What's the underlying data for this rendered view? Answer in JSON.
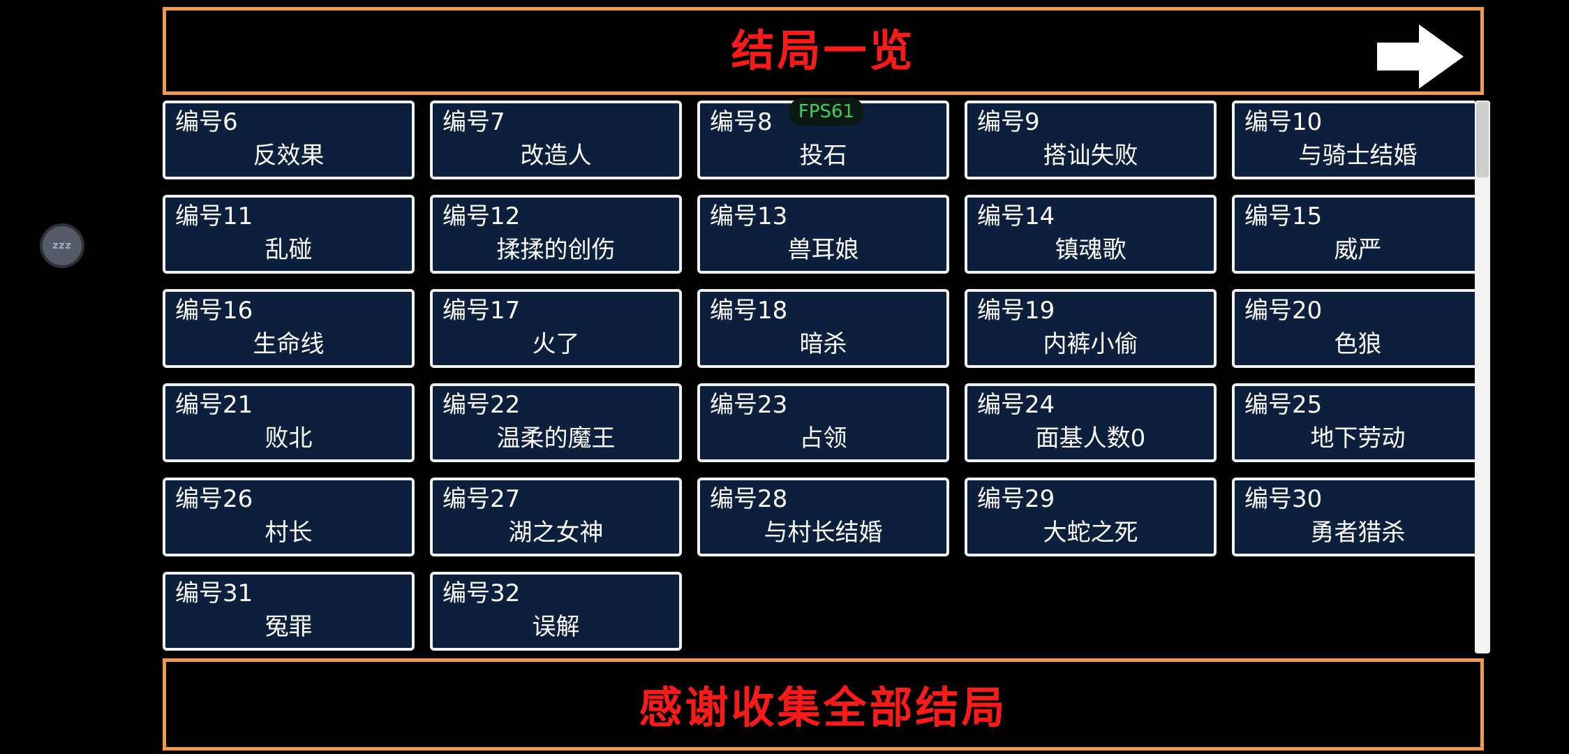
{
  "header": {
    "title": "结局一览",
    "next_icon": "arrow-right-icon"
  },
  "sleep_badge": {
    "label": "zzz",
    "icon": "sleep-icon"
  },
  "fps": {
    "label": "FPS61"
  },
  "endings": [
    {
      "num": "编号6",
      "name": "反效果"
    },
    {
      "num": "编号7",
      "name": "改造人"
    },
    {
      "num": "编号8",
      "name": "投石"
    },
    {
      "num": "编号9",
      "name": "搭讪失败"
    },
    {
      "num": "编号10",
      "name": "与骑士结婚"
    },
    {
      "num": "编号11",
      "name": "乱碰"
    },
    {
      "num": "编号12",
      "name": "揉揉的创伤"
    },
    {
      "num": "编号13",
      "name": "兽耳娘"
    },
    {
      "num": "编号14",
      "name": "镇魂歌"
    },
    {
      "num": "编号15",
      "name": "威严"
    },
    {
      "num": "编号16",
      "name": "生命线"
    },
    {
      "num": "编号17",
      "name": "火了"
    },
    {
      "num": "编号18",
      "name": "暗杀"
    },
    {
      "num": "编号19",
      "name": "内裤小偷"
    },
    {
      "num": "编号20",
      "name": "色狼"
    },
    {
      "num": "编号21",
      "name": "败北"
    },
    {
      "num": "编号22",
      "name": "温柔的魔王"
    },
    {
      "num": "编号23",
      "name": "占领"
    },
    {
      "num": "编号24",
      "name": "面基人数0"
    },
    {
      "num": "编号25",
      "name": "地下劳动"
    },
    {
      "num": "编号26",
      "name": "村长"
    },
    {
      "num": "编号27",
      "name": "湖之女神"
    },
    {
      "num": "编号28",
      "name": "与村长结婚"
    },
    {
      "num": "编号29",
      "name": "大蛇之死"
    },
    {
      "num": "编号30",
      "name": "勇者猎杀"
    },
    {
      "num": "编号31",
      "name": "冤罪"
    },
    {
      "num": "编号32",
      "name": "误解"
    }
  ],
  "footer": {
    "title": "感谢收集全部结局"
  },
  "colors": {
    "frame_border": "#f2994a",
    "title_red": "#ff1a1a",
    "card_bg": "#0c1f3d",
    "card_border": "#f2f2f2",
    "fps_green": "#3ccf5a"
  }
}
